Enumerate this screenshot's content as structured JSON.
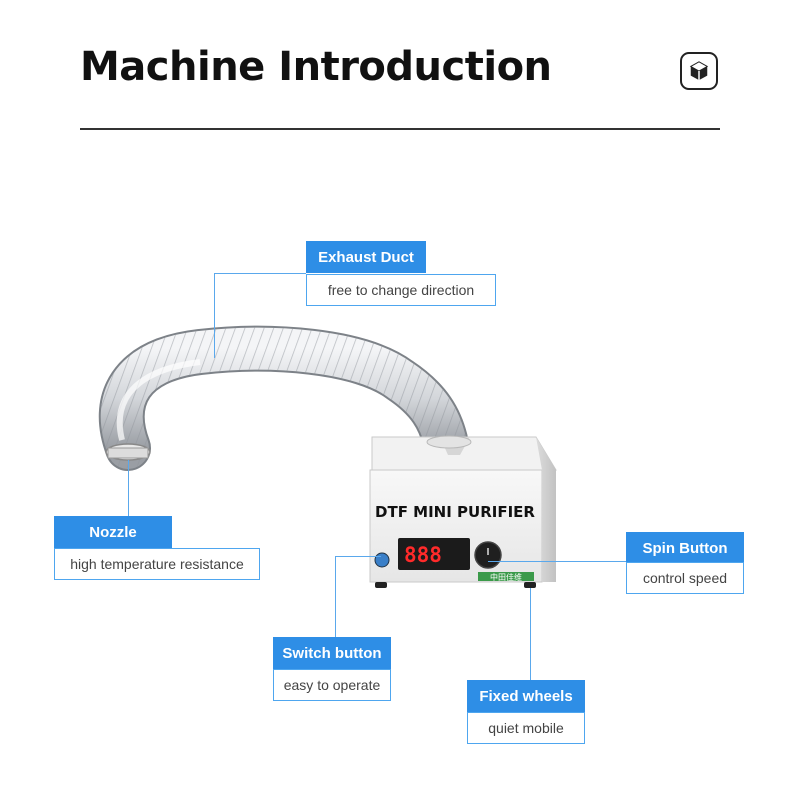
{
  "header": {
    "title": "Machine Introduction",
    "icon": "cube-icon"
  },
  "product": {
    "name": "DTF MINI PURIFIER",
    "display": "888",
    "logo_text": "中田佳维"
  },
  "callouts": {
    "exhaust": {
      "title": "Exhaust Duct",
      "subtitle": "free to change direction"
    },
    "nozzle": {
      "title": "Nozzle",
      "subtitle": "high temperature resistance"
    },
    "spin": {
      "title": "Spin Button",
      "subtitle": "control speed"
    },
    "switch": {
      "title": "Switch button",
      "subtitle": "easy to operate"
    },
    "wheels": {
      "title": "Fixed wheels",
      "subtitle": "quiet mobile"
    }
  },
  "colors": {
    "accent": "#2e8ee6",
    "line": "#5aa8ec",
    "display_red": "#ff2a2a"
  }
}
